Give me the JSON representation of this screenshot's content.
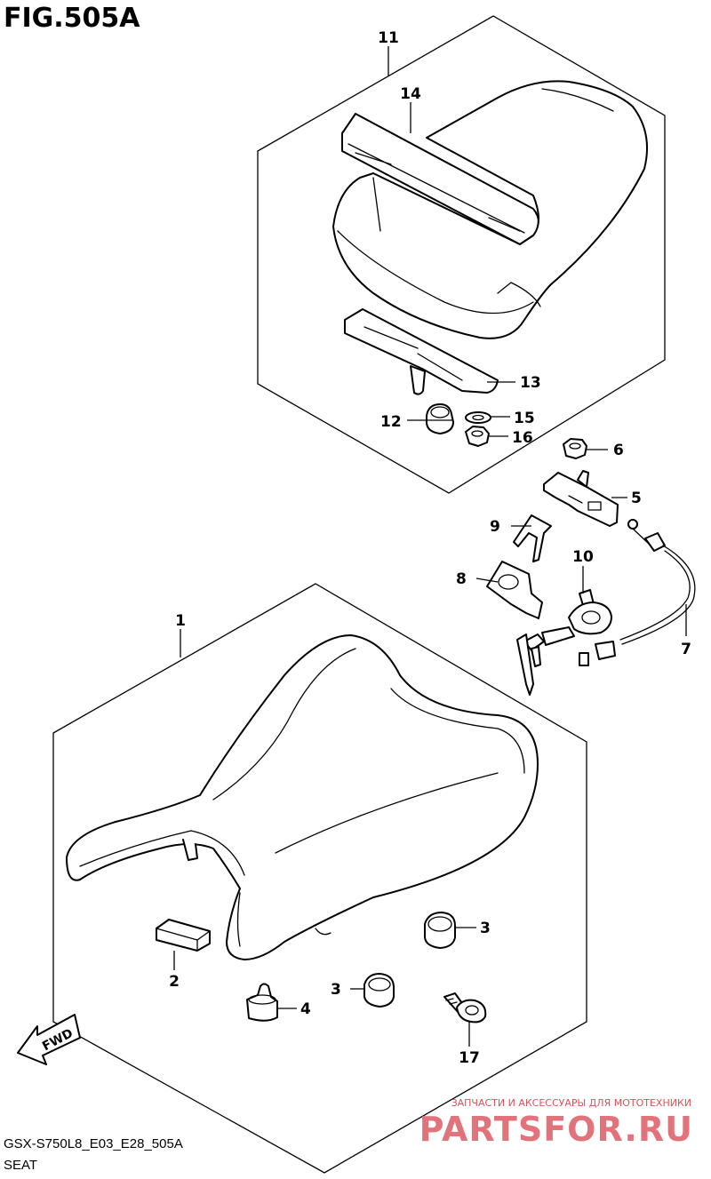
{
  "figure": {
    "title": "FIG.505A",
    "code": "GSX-S750L8_E03_E28_505A",
    "name": "SEAT"
  },
  "watermark": {
    "line1": "ЗАПЧАСТИ И АКСЕССУАРЫ ДЛЯ МОТОТЕХНИКИ",
    "line2": "PARTSFOR.RU"
  },
  "fwd_label": "FWD",
  "callouts": {
    "c1": "1",
    "c2": "2",
    "c3a": "3",
    "c3b": "3",
    "c4": "4",
    "c5": "5",
    "c6": "6",
    "c7": "7",
    "c8": "8",
    "c9": "9",
    "c10": "10",
    "c11": "11",
    "c12": "12",
    "c13": "13",
    "c14": "14",
    "c15": "15",
    "c16": "16",
    "c17": "17"
  }
}
